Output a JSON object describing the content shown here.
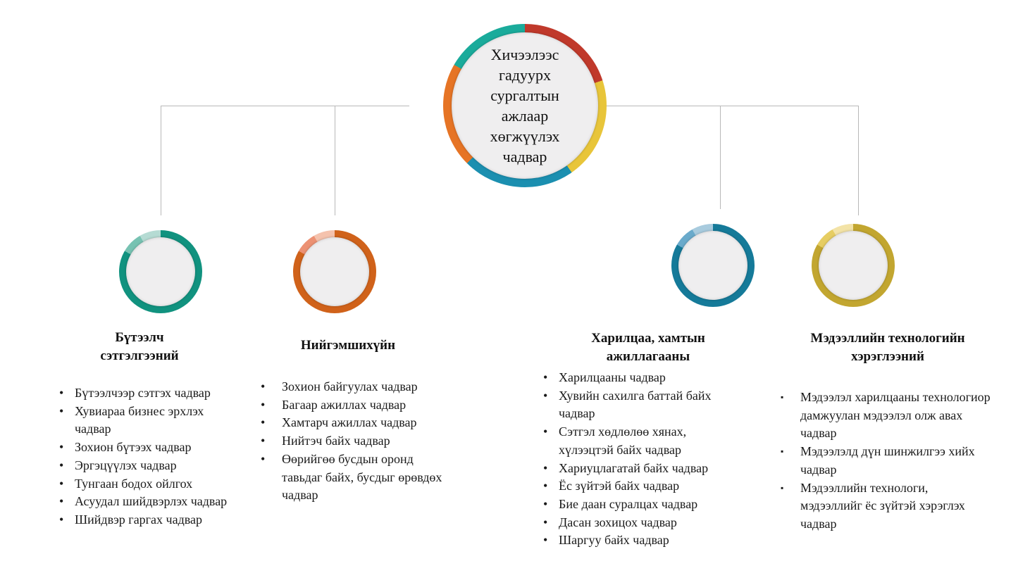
{
  "diagram": {
    "center": {
      "lines": [
        "Хичээлээс",
        "гадуурх",
        "сургалтын",
        "ажлаар",
        "хөгжүүлэх",
        "чадвар"
      ],
      "ring_colors": [
        "#c0392b",
        "#e8c53a",
        "#1b8fb0",
        "#e67425",
        "#1aab9b"
      ]
    },
    "branches": [
      {
        "title_lines": [
          "Бүтээлч",
          "сэтгэлгээний"
        ],
        "color": "#11927f",
        "light_colors": [
          "#b5dbd3",
          "#77c2b2"
        ],
        "items": [
          "Бүтээлчээр сэтгэх чадвар",
          "Хувиараа бизнес эрхлэх чадвар",
          "Зохион бүтээх чадвар",
          "Эргэцүүлэх чадвар",
          "Тунгаан бодох ойлгох",
          "Асуудал шийдвэрлэх чадвар",
          "Шийдвэр гаргах чадвар"
        ]
      },
      {
        "title_lines": [
          "Нийгэмшихүйн"
        ],
        "color": "#d0621a",
        "light_colors": [
          "#f4c2ad",
          "#ec9173"
        ],
        "items": [
          "Зохион байгуулах чадвар",
          "Багаар ажиллах чадвар",
          "Хамтарч ажиллах чадвар",
          "Нийтэч байх чадвар",
          "Өөрийгөө бусдын оронд тавьдаг байх, бусдыг өрөвдөх чадвар"
        ]
      },
      {
        "title_lines": [
          "Харилцаа, хамтын",
          "ажиллагааны"
        ],
        "color": "#157a99",
        "light_colors": [
          "#a8cbde",
          "#6aaacb"
        ],
        "items": [
          "Харилцааны чадвар",
          "Хувийн сахилга баттай байх чадвар",
          "Сэтгэл хөдлөлөө хянах, хүлээцтэй байх чадвар",
          "Хариуцлагатай байх чадвар",
          "Ёс зүйтэй байх чадвар",
          "Бие даан суралцах чадвар",
          "Дасан зохицох чадвар",
          "Шаргуу байх чадвар"
        ]
      },
      {
        "title_lines": [
          "Мэдээллийн технологийн",
          "хэрэглээний"
        ],
        "color": "#c2a630",
        "light_colors": [
          "#f3e3a7",
          "#e6cd62"
        ],
        "items": [
          "Мэдээлэл харилцааны технологиор дамжуулан мэдээлэл олж авах чадвар",
          "Мэдээлэлд дүн шинжилгээ хийх чадвар",
          "Мэдээллийн технологи, мэдээллийг ёс зүйтэй хэрэглэх чадвар"
        ]
      }
    ]
  }
}
